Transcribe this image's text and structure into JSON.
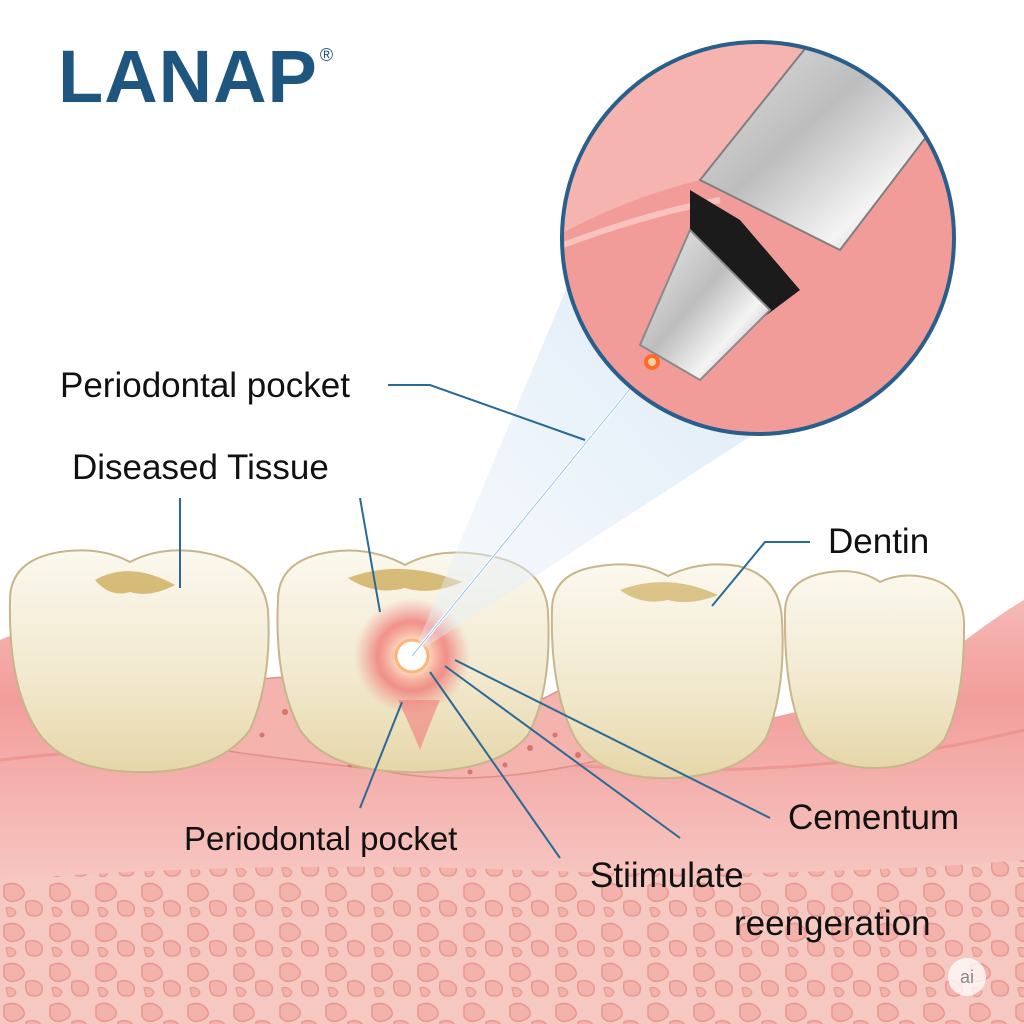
{
  "brand": {
    "name": "LANAP",
    "mark": "®"
  },
  "labels": {
    "periodontal_pocket_top": "Periodontal pocket",
    "diseased_tissue": "Diseased Tissue",
    "dentin": "Dentin",
    "periodontal_pocket_bottom": "Periodontal pocket",
    "cementum": "Cementum",
    "stimulate_line1": "Stiimulate",
    "stimulate_line2": "reengeration"
  },
  "watermark": "ai",
  "colors": {
    "brand": "#1f5680",
    "leader_line": "#2a6a96",
    "gum": "#f2a7a4",
    "tooth": "#f4ecd6",
    "laser": "#ff5a2a"
  }
}
